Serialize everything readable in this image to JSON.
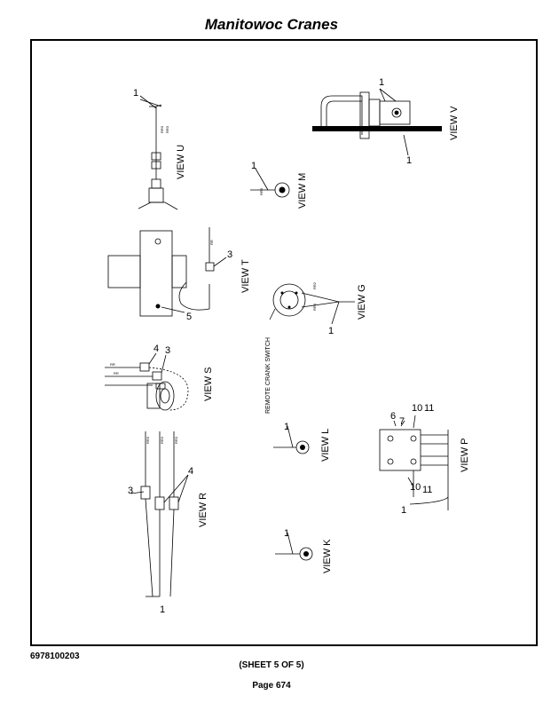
{
  "header": {
    "title": "Manitowoc Cranes"
  },
  "footer": {
    "doc_number": "6978100203",
    "sheet": "(SHEET 5 OF 5)",
    "page": "Page 674"
  },
  "views": {
    "u": {
      "title": "VIEW U",
      "callouts": [
        "1"
      ]
    },
    "v": {
      "title": "VIEW V",
      "callouts": [
        "1",
        "1"
      ]
    },
    "m": {
      "title": "VIEW M",
      "callouts": [
        "1"
      ]
    },
    "t": {
      "title": "VIEW T",
      "callouts": [
        "3",
        "5"
      ]
    },
    "g": {
      "title": "VIEW G",
      "callouts": [
        "1"
      ],
      "label": "REMOTE CRANK SWITCH"
    },
    "s": {
      "title": "VIEW S",
      "callouts": [
        "4",
        "3"
      ]
    },
    "l": {
      "title": "VIEW L",
      "callouts": [
        "1"
      ]
    },
    "p": {
      "title": "VIEW P",
      "callouts": [
        "6",
        "7",
        "10",
        "11",
        "10",
        "11",
        "1"
      ]
    },
    "r": {
      "title": "VIEW R",
      "callouts": [
        "3",
        "4",
        "1"
      ]
    },
    "k": {
      "title": "VIEW K",
      "callouts": [
        "1"
      ]
    }
  }
}
